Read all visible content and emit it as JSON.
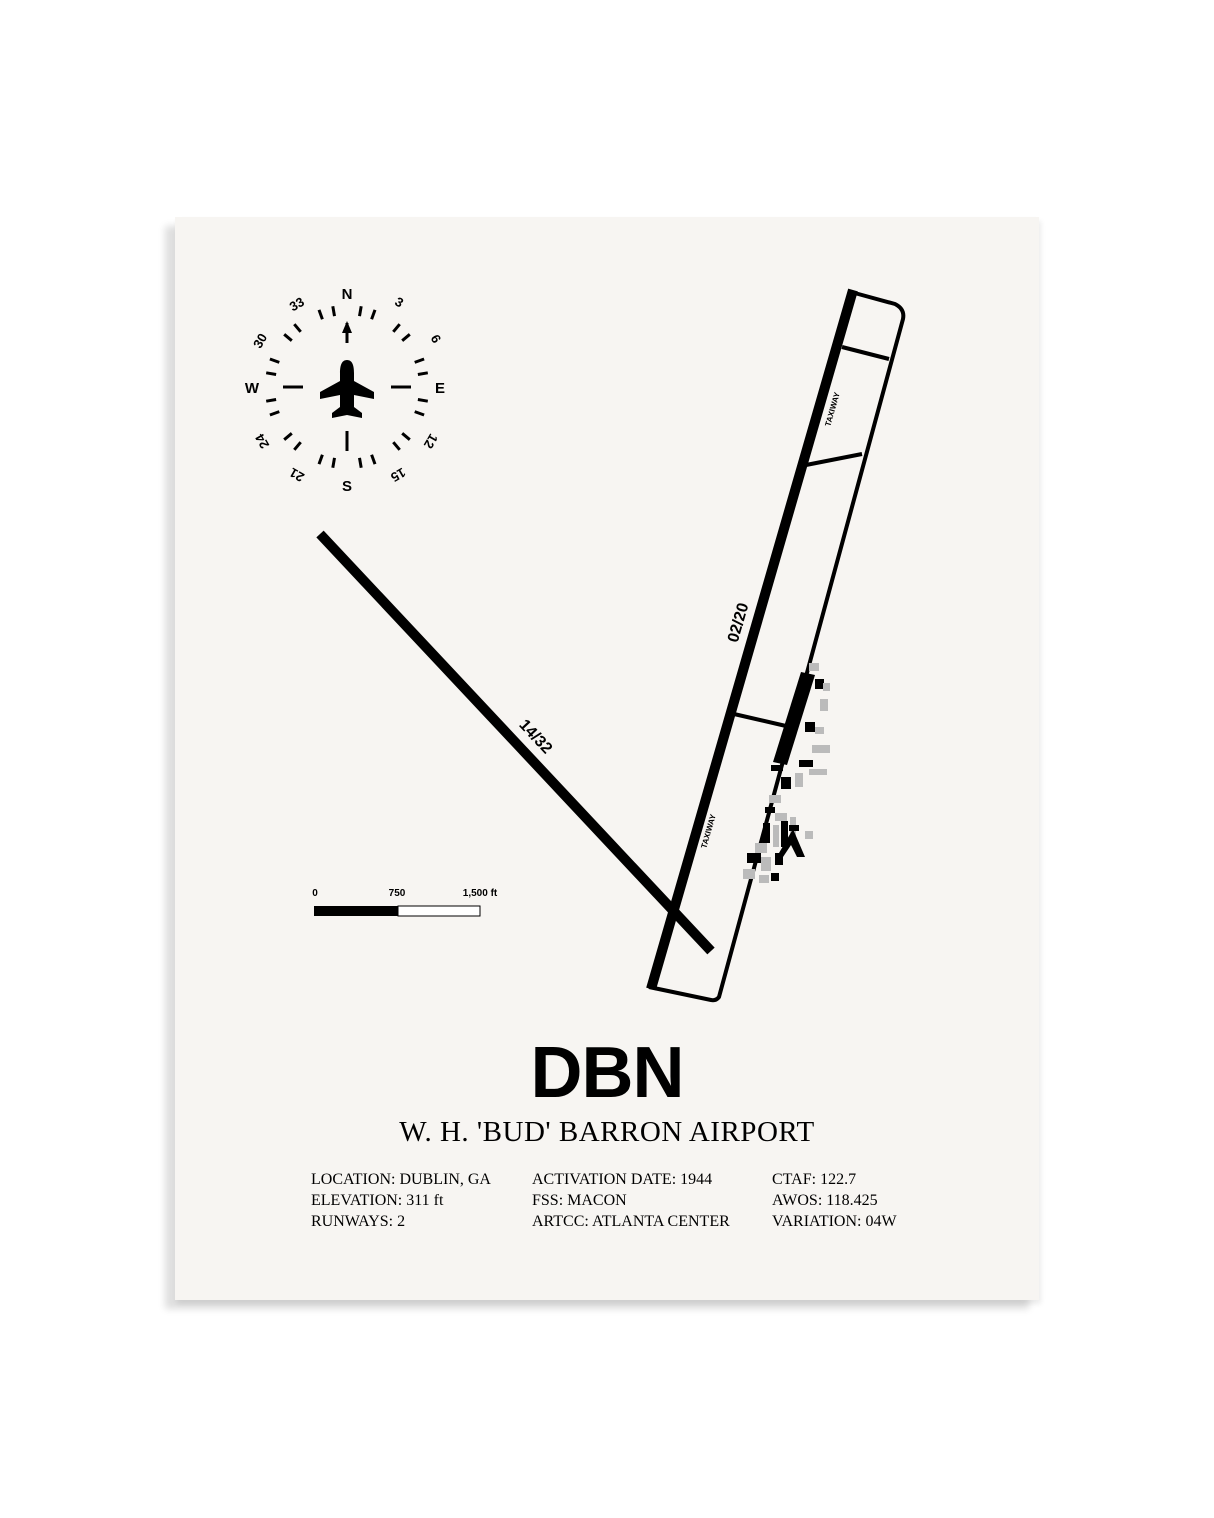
{
  "airport": {
    "code": "DBN",
    "name": "W. H. 'BUD' BARRON AIRPORT"
  },
  "info": {
    "col1": [
      "LOCATION: DUBLIN, GA",
      "ELEVATION: 311 ft",
      "RUNWAYS: 2"
    ],
    "col2": [
      "ACTIVATION DATE: 1944",
      "FSS: MACON",
      "ARTCC: ATLANTA CENTER"
    ],
    "col3": [
      "CTAF: 122.7",
      "AWOS: 118.425",
      "VARIATION: 04W"
    ]
  },
  "compass": {
    "cardinals": {
      "n": "N",
      "e": "E",
      "s": "S",
      "w": "W"
    },
    "headings": [
      "3",
      "6",
      "12",
      "15",
      "21",
      "24",
      "30",
      "33"
    ]
  },
  "runways": {
    "rw1": "02/20",
    "rw2": "14/32",
    "taxiway_upper": "TAXIWAY",
    "taxiway_lower": "TAXIWAY"
  },
  "scale": {
    "labels": [
      "0",
      "750",
      "1,500 ft"
    ]
  },
  "colors": {
    "paper": "#f7f5f2",
    "ink": "#000000",
    "apron_gray": "#b8b8b8"
  }
}
